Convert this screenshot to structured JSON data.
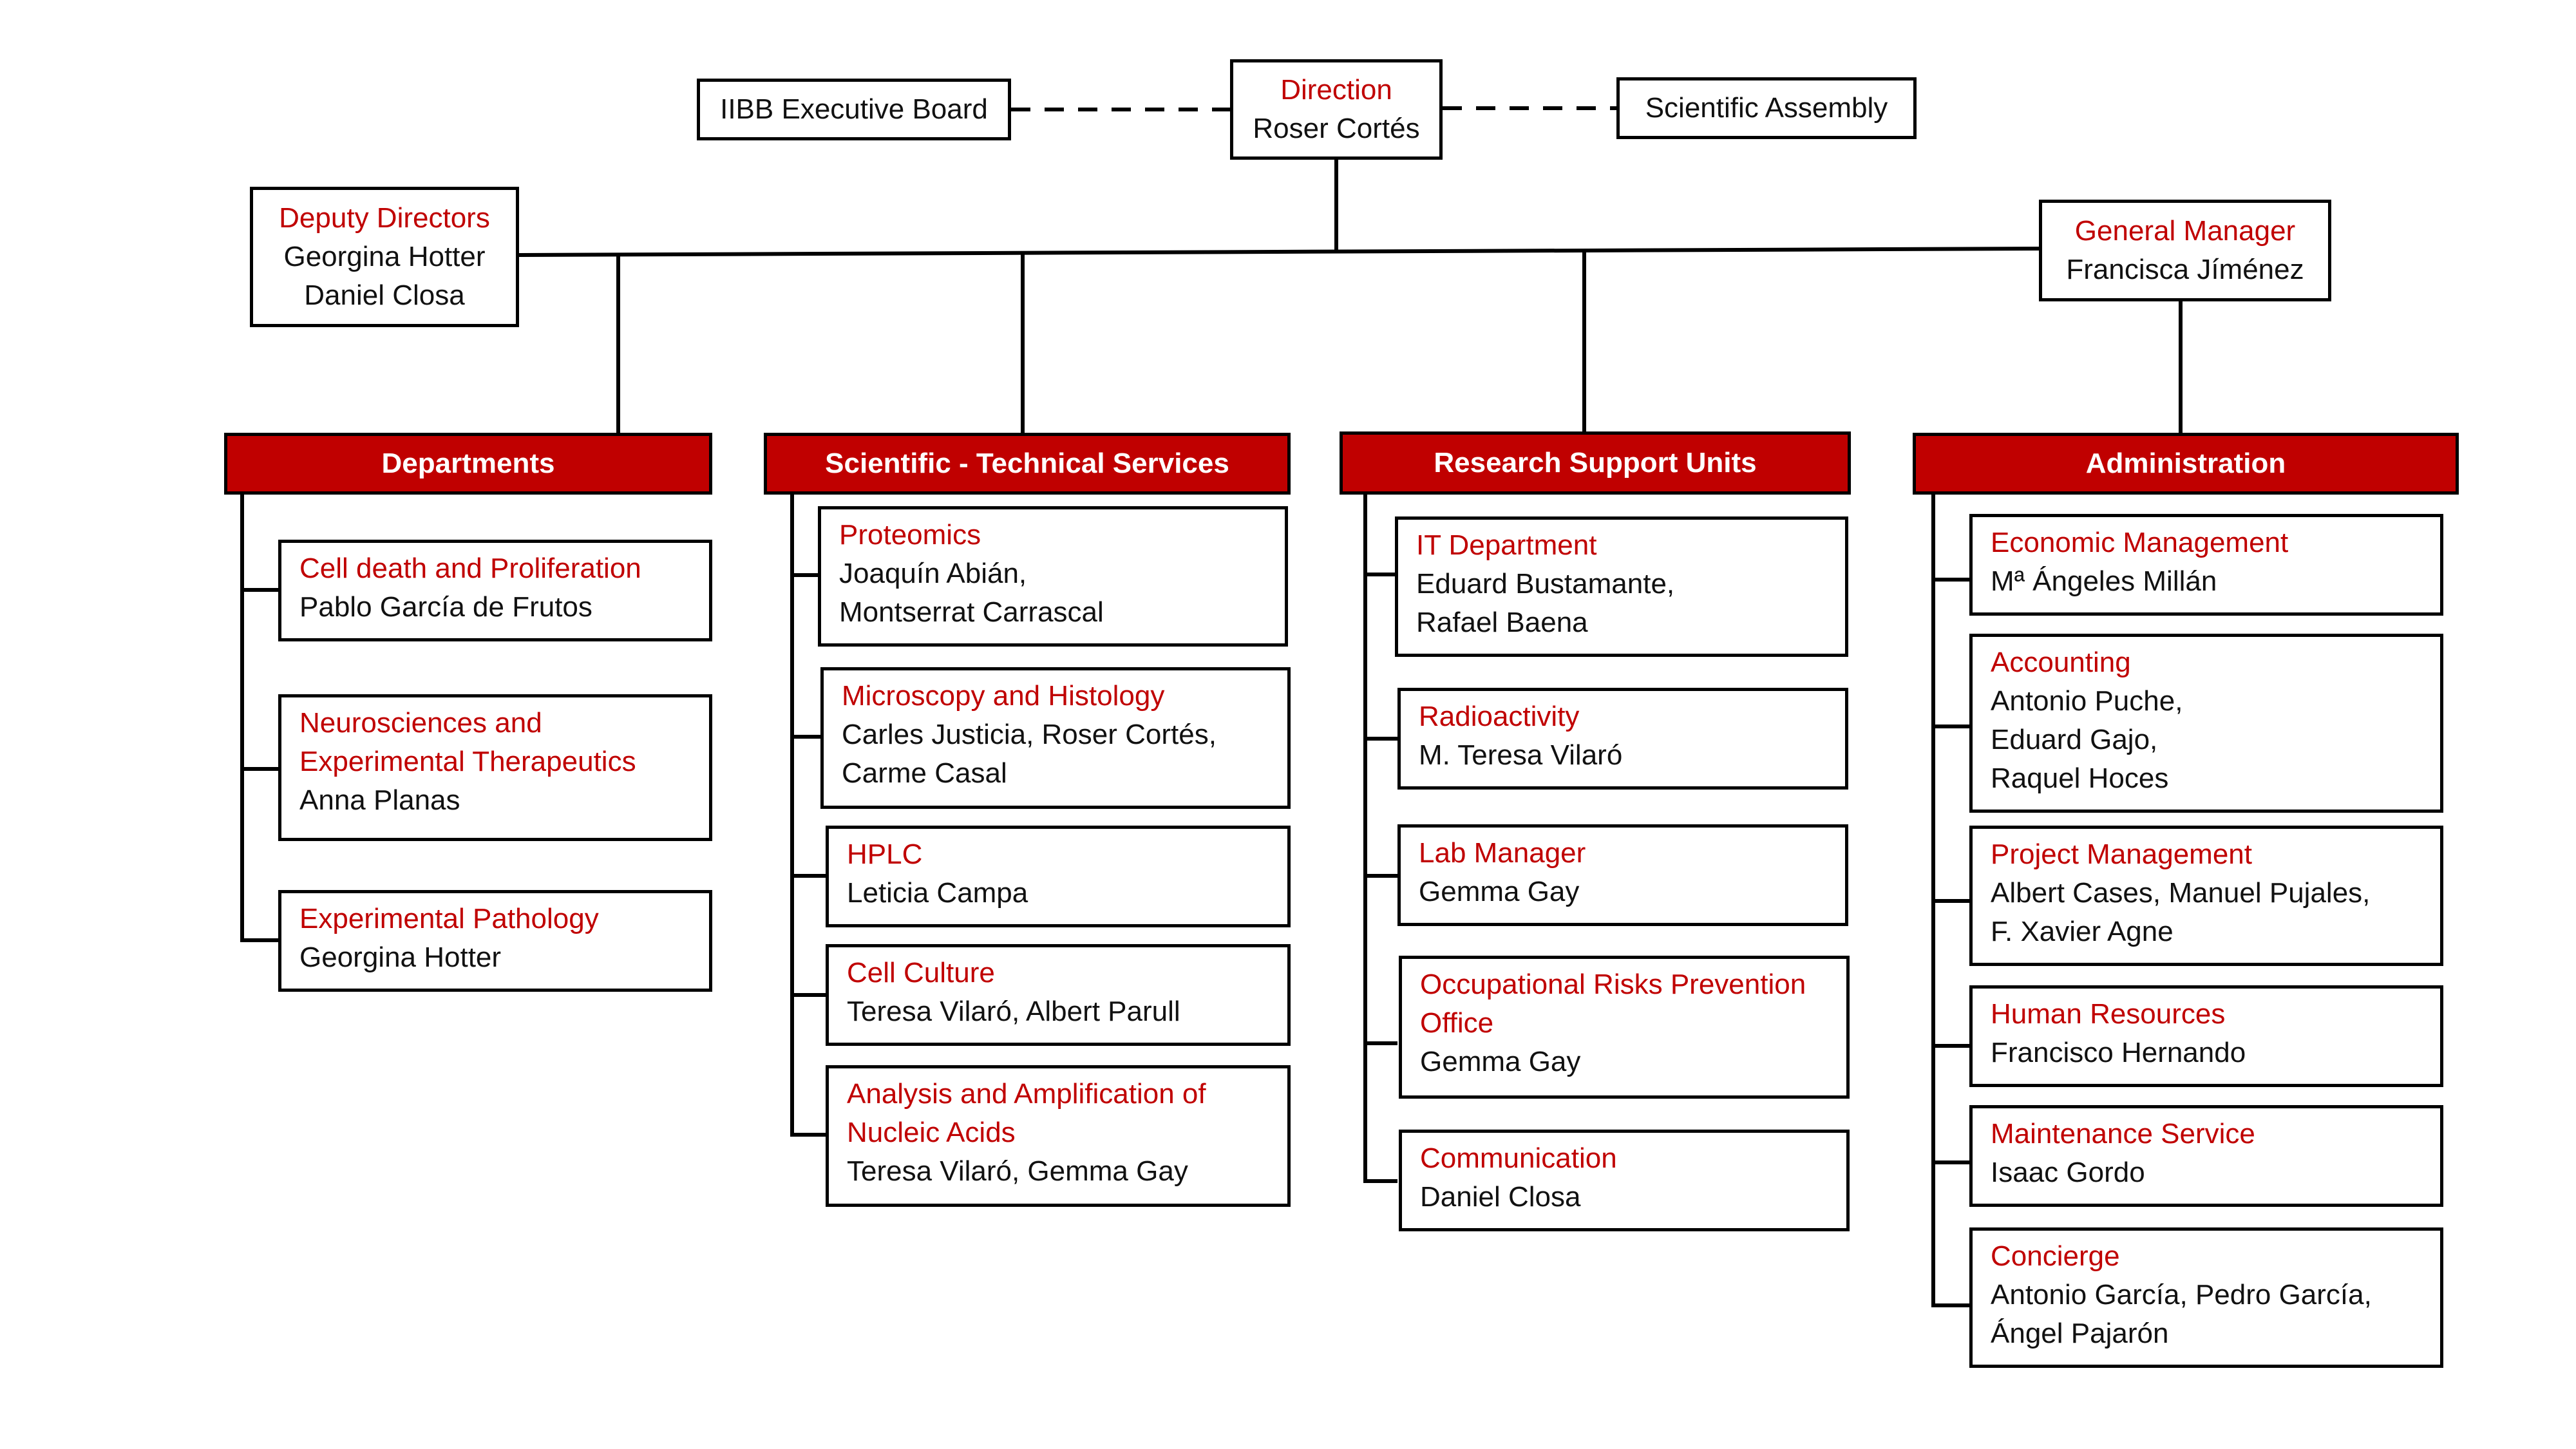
{
  "top": {
    "executive_board": "IIBB Executive Board",
    "direction": {
      "title": "Direction",
      "name": "Roser Cortés"
    },
    "scientific_assembly": "Scientific Assembly",
    "deputy_directors": {
      "title": "Deputy Directors",
      "names": [
        "Georgina Hotter",
        "Daniel Closa"
      ]
    },
    "general_manager": {
      "title": "General Manager",
      "name": "Francisca Jíménez"
    }
  },
  "columns": [
    {
      "header": "Departments",
      "items": [
        {
          "title": [
            "Cell death and Proliferation"
          ],
          "people": [
            "Pablo García de Frutos"
          ]
        },
        {
          "title": [
            "Neurosciences and",
            "Experimental Therapeutics"
          ],
          "people": [
            "Anna Planas"
          ]
        },
        {
          "title": [
            "Experimental Pathology"
          ],
          "people": [
            "Georgina Hotter"
          ]
        }
      ]
    },
    {
      "header": "Scientific - Technical Services",
      "items": [
        {
          "title": [
            "Proteomics"
          ],
          "people": [
            "Joaquín Abián,",
            "Montserrat Carrascal"
          ]
        },
        {
          "title": [
            "Microscopy and Histology"
          ],
          "people": [
            "Carles Justicia, Roser Cortés,",
            "Carme Casal"
          ]
        },
        {
          "title": [
            "HPLC"
          ],
          "people": [
            "Leticia Campa"
          ]
        },
        {
          "title": [
            "Cell Culture"
          ],
          "people": [
            "Teresa Vilaró, Albert Parull"
          ]
        },
        {
          "title": [
            "Analysis and Amplification of",
            "Nucleic Acids"
          ],
          "people": [
            "Teresa Vilaró, Gemma Gay"
          ]
        }
      ]
    },
    {
      "header": "Research Support Units",
      "items": [
        {
          "title": [
            "IT Department"
          ],
          "people": [
            "Eduard Bustamante,",
            "Rafael Baena"
          ]
        },
        {
          "title": [
            "Radioactivity"
          ],
          "people": [
            "M. Teresa Vilaró"
          ]
        },
        {
          "title": [
            "Lab Manager"
          ],
          "people": [
            "Gemma Gay"
          ]
        },
        {
          "title": [
            "Occupational Risks Prevention",
            "Office"
          ],
          "people": [
            "Gemma Gay"
          ]
        },
        {
          "title": [
            "Communication"
          ],
          "people": [
            "Daniel Closa"
          ]
        }
      ]
    },
    {
      "header": "Administration",
      "items": [
        {
          "title": [
            "Economic Management"
          ],
          "people": [
            "Mª Ángeles Millán"
          ]
        },
        {
          "title": [
            "Accounting"
          ],
          "people": [
            "Antonio Puche,",
            "Eduard Gajo,",
            "Raquel Hoces"
          ]
        },
        {
          "title": [
            "Project Management"
          ],
          "people": [
            "Albert Cases, Manuel Pujales,",
            "F. Xavier Agne"
          ]
        },
        {
          "title": [
            "Human Resources"
          ],
          "people": [
            "Francisco Hernando"
          ]
        },
        {
          "title": [
            "Maintenance Service"
          ],
          "people": [
            "Isaac Gordo"
          ]
        },
        {
          "title": [
            "Concierge"
          ],
          "people": [
            "Antonio García, Pedro García,",
            "Ángel Pajarón"
          ]
        }
      ]
    }
  ],
  "colors": {
    "accent": "#c00000",
    "line": "#000000"
  }
}
